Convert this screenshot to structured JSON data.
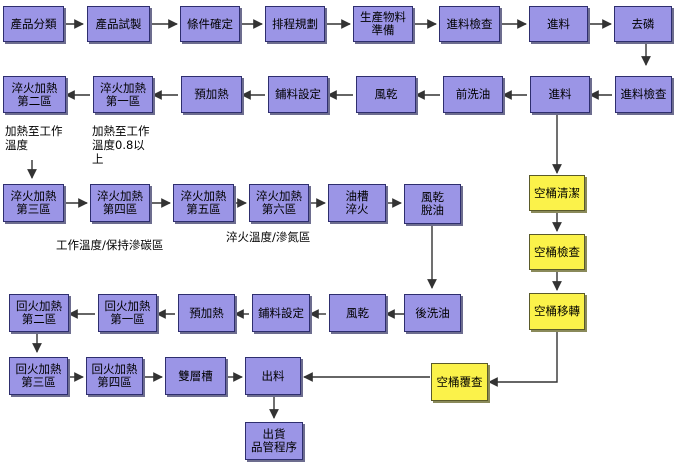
{
  "nodes": {
    "n1": "產品分類",
    "n2": "產品試製",
    "n3": "條件確定",
    "n4": "排程規劃",
    "n5": "生產物料\n準備",
    "n6": "進料檢查",
    "n7": "進料",
    "n8": "去磷",
    "n9": "進料檢查",
    "n10": "進料",
    "n11": "前洗油",
    "n12": "風乾",
    "n13": "鋪料設定",
    "n14": "預加熱",
    "n15": "淬火加熱\n第一區",
    "n16": "淬火加熱\n第二區",
    "n17": "淬火加熱\n第三區",
    "n18": "淬火加熱\n第四區",
    "n19": "淬火加熱\n第五區",
    "n20": "淬火加熱\n第六區",
    "n21": "油槽\n淬火",
    "n22": "風乾\n脫油",
    "n23": "後洗油",
    "n24": "風乾",
    "n25": "鋪料設定",
    "n26": "預加熱",
    "n27": "回火加熱\n第一區",
    "n28": "回火加熱\n第二區",
    "n29": "回火加熱\n第三區",
    "n30": "回火加熱\n第四區",
    "n31": "雙層槽",
    "n32": "出料",
    "n33": "出貨\n品管程序",
    "y1": "空桶清潔",
    "y2": "空桶檢查",
    "y3": "空桶移轉",
    "y4": "空桶覆查"
  },
  "labels": {
    "l1": "加熱至工作\n溫度",
    "l2": "加熱至工作\n溫度0.8以\n上",
    "l3": "工作溫度/保持滲碳區",
    "l4": "淬火溫度/滲氮區"
  },
  "colors": {
    "box_fill": "#9b95e6",
    "box_yellow": "#fbf24a",
    "arrow": "#333333"
  }
}
